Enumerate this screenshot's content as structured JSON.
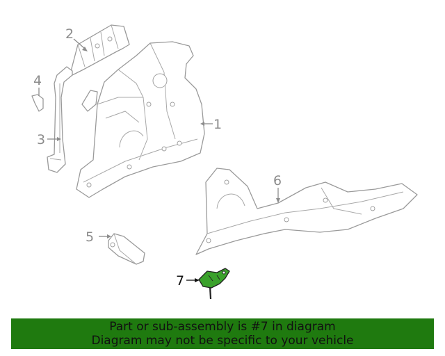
{
  "callouts": {
    "c1": "1",
    "c2": "2",
    "c3": "3",
    "c4": "4",
    "c5": "5",
    "c6": "6",
    "c7": "7"
  },
  "highlight_color": "#3aa12b",
  "banner": {
    "line1": "Part or sub-assembly is #7 in diagram",
    "line2": "Diagram may not be specific to your vehicle",
    "background": "#1f7a0f"
  }
}
